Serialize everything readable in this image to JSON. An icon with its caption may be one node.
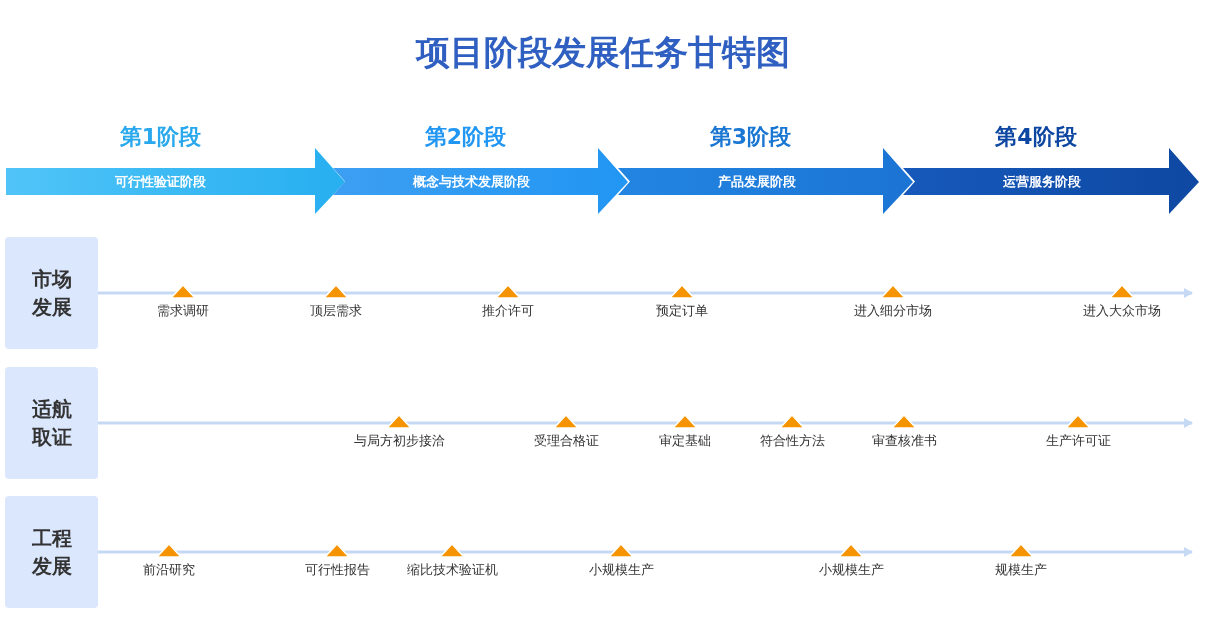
{
  "diagram": {
    "title": "项目阶段发展任务甘特图",
    "nodes": [
      {
        "text": [
          "第1阶段",
          "可行性验证阶段"
        ]
      },
      {
        "text": [
          "第2阶段",
          "概念与技术发展阶段"
        ]
      },
      {
        "text": [
          "第3阶段",
          "产品发展阶段"
        ]
      },
      {
        "text": [
          "第4阶段",
          "运营服务阶段"
        ]
      },
      {
        "text": [
          "市场发展"
        ]
      },
      {
        "text": [
          "适航取证"
        ]
      },
      {
        "text": [
          "工程发展"
        ]
      }
    ],
    "edges": [
      {
        "from": 4,
        "to": null,
        "arrow": "to"
      },
      {
        "from": 5,
        "to": null,
        "arrow": "to"
      },
      {
        "from": 6,
        "to": null,
        "arrow": "to"
      }
    ],
    "labels": [
      "需求调研",
      "顶层需求",
      "推介许可",
      "预定订单",
      "进入细分市场",
      "进入大众市场",
      "与局方初步接洽",
      "受理合格证",
      "审定基础",
      "符合性方法",
      "审查核准书",
      "生产许可证",
      "前沿研究",
      "可行性报告",
      "缩比技术验证机",
      "小规模生产",
      "小规模生产",
      "规模生产"
    ]
  }
}
